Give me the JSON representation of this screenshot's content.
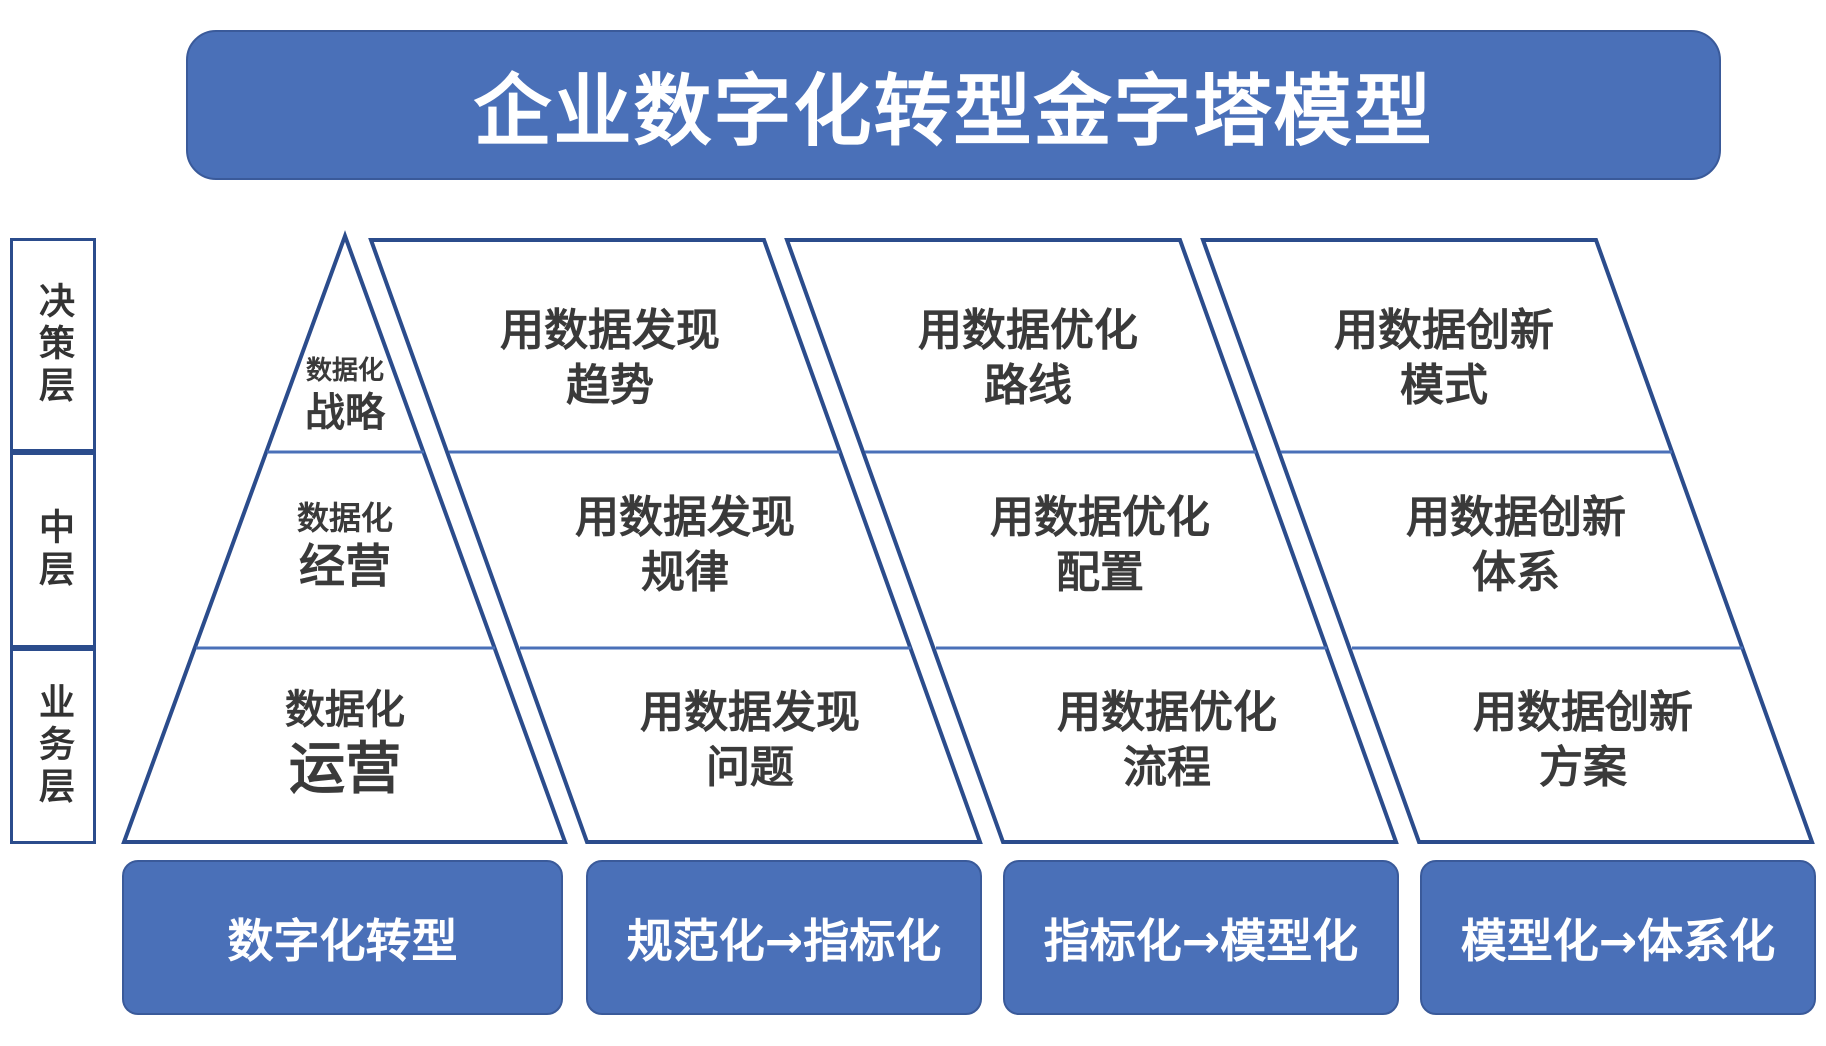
{
  "title": "企业数字化转型金字塔模型",
  "levels": [
    {
      "label": "决策层"
    },
    {
      "label": "中层"
    },
    {
      "label": "业务层"
    }
  ],
  "pyramid": [
    {
      "small": "数据化",
      "large": "战略"
    },
    {
      "small": "数据化",
      "large": "经营"
    },
    {
      "small": "数据化",
      "large": "运营"
    }
  ],
  "columns": [
    {
      "cells": [
        {
          "line1": "用数据发现",
          "line2": "趋势"
        },
        {
          "line1": "用数据发现",
          "line2": "规律"
        },
        {
          "line1": "用数据发现",
          "line2": "问题"
        }
      ]
    },
    {
      "cells": [
        {
          "line1": "用数据优化",
          "line2": "路线"
        },
        {
          "line1": "用数据优化",
          "line2": "配置"
        },
        {
          "line1": "用数据优化",
          "line2": "流程"
        }
      ]
    },
    {
      "cells": [
        {
          "line1": "用数据创新",
          "line2": "模式"
        },
        {
          "line1": "用数据创新",
          "line2": "体系"
        },
        {
          "line1": "用数据创新",
          "line2": "方案"
        }
      ]
    }
  ],
  "bottom": [
    {
      "label": "数字化转型"
    },
    {
      "label": "规范化→指标化"
    },
    {
      "label": "指标化→模型化"
    },
    {
      "label": "模型化→体系化"
    }
  ],
  "colors": {
    "accent": "#4A70B8",
    "outline": "#2B4C8C",
    "divider": "#4A70B8",
    "text": "#3A3A3A"
  }
}
